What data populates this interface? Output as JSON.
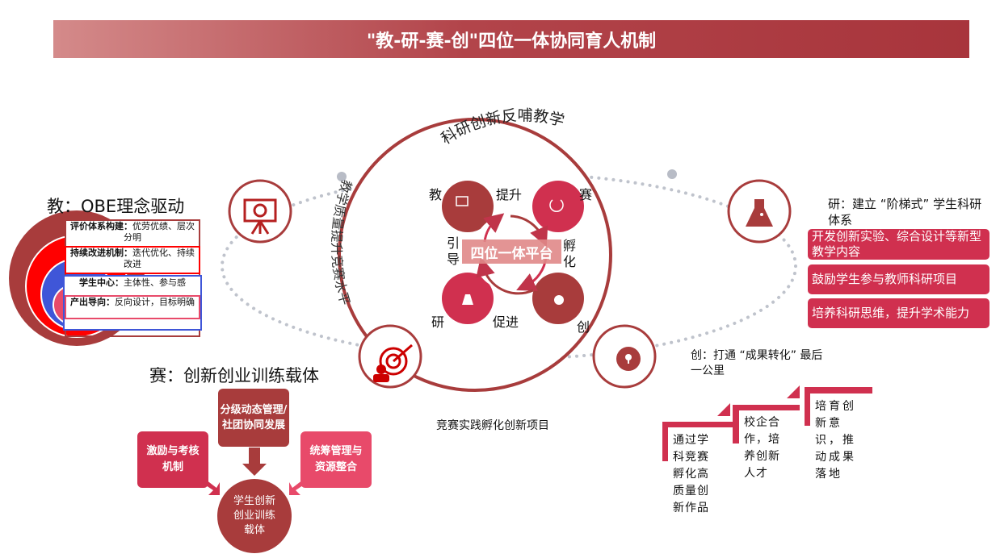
{
  "title": "\"教-研-赛-创\"四位一体协同育人机制",
  "center": {
    "arc_top": "科研创新反哺教学",
    "arc_left": "教学质量提升竞赛水平",
    "bottom": "竞赛实践孵化创新项目",
    "platform": "四位一体平台",
    "nodes": [
      "教",
      "赛",
      "研",
      "创"
    ],
    "links": [
      "提升",
      "孵化",
      "促进",
      "引导"
    ]
  },
  "teach": {
    "heading": "教：OBE理念驱动",
    "items": [
      {
        "key": "评价体系构建：",
        "text": "优劳优绩、层次分明"
      },
      {
        "key": "持续改进机制：",
        "text": "迭代优化、持续改进"
      },
      {
        "key": "学生中心：",
        "text": "主体性、参与感"
      },
      {
        "key": "产出导向：",
        "text": "反向设计，目标明确"
      }
    ]
  },
  "compete": {
    "heading": "赛：创新创业训练载体",
    "top": "分级动态管理/社团协同发展",
    "left": "激励与考核机制",
    "right": "统筹管理与资源整合",
    "center": "学生创新创业训练载体"
  },
  "research": {
    "heading": "研：建立 “阶梯式” 学生科研体系",
    "items": [
      "开发创新实验、综合设计等新型教学内容",
      "鼓励学生参与教师科研项目",
      "培养科研思维，提升学术能力"
    ]
  },
  "create": {
    "heading": "创：打通 “成果转化” 最后一公里",
    "steps": [
      "通过学科竞赛孵化高质量创新作品",
      "校企合作，培养创新人才",
      "培育创新意识，推动成果落地"
    ]
  },
  "colors": {
    "dark": "#a83c3c",
    "crimson": "#d0304f",
    "pink": "#e84a6a",
    "blue": "#3f56d8",
    "red": "#ff0000"
  }
}
